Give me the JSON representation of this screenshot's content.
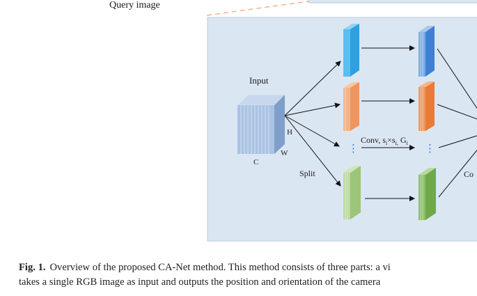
{
  "figure": {
    "query_label": "Query image",
    "input_label": "Input",
    "dim_h": "H",
    "dim_w": "W",
    "dim_c": "C",
    "split_label": "Split",
    "conv_label": "Conv, s",
    "conv_sub1": "i",
    "conv_times": "×s",
    "conv_sub2": "i,",
    "conv_g": " G",
    "conv_sub3": "i",
    "ellipsis": "⋮",
    "right_cut_label": "Co",
    "colors": {
      "panel_bg": "#dbe6f3",
      "panel_border": "#b8c9de",
      "input_block": "#a9c3e3",
      "branch_blue": "#4fb3ea",
      "branch_orange": "#f2a46f",
      "branch_green": "#a9cf86",
      "dashed_line": "#f0a875"
    }
  },
  "caption": {
    "label": "Fig. 1.",
    "line1": "Overview of the proposed CA-Net method. This method consists of three parts: a vi",
    "line2": "takes a single RGB image as input and outputs the position and orientation of the camera"
  }
}
